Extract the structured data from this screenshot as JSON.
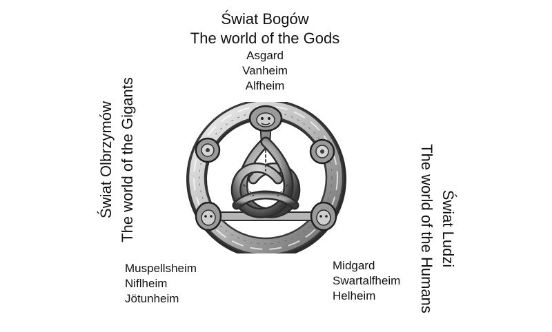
{
  "top": {
    "title_pl": "Świat Bogów",
    "title_en": "The world of the Gods",
    "realms": [
      "Asgard",
      "Vanheim",
      "Alfheim"
    ]
  },
  "left": {
    "title_pl": "Świat Olbrzymów",
    "title_en": "The world of the Gigants",
    "realms": [
      "Muspellsheim",
      "Niflheim",
      "Jötunheim"
    ]
  },
  "right": {
    "title_pl": "Świat Ludzi",
    "title_en": "The world of the Humans",
    "realms": [
      "Midgard",
      "Swartalfheim",
      "Helheim"
    ]
  },
  "emblem": {
    "icon": "triquetra-ring-brooch-icon",
    "colors": {
      "metal_light": "#d9d9d9",
      "metal_mid": "#a6a6a6",
      "metal_dark": "#3a3a3a"
    }
  }
}
